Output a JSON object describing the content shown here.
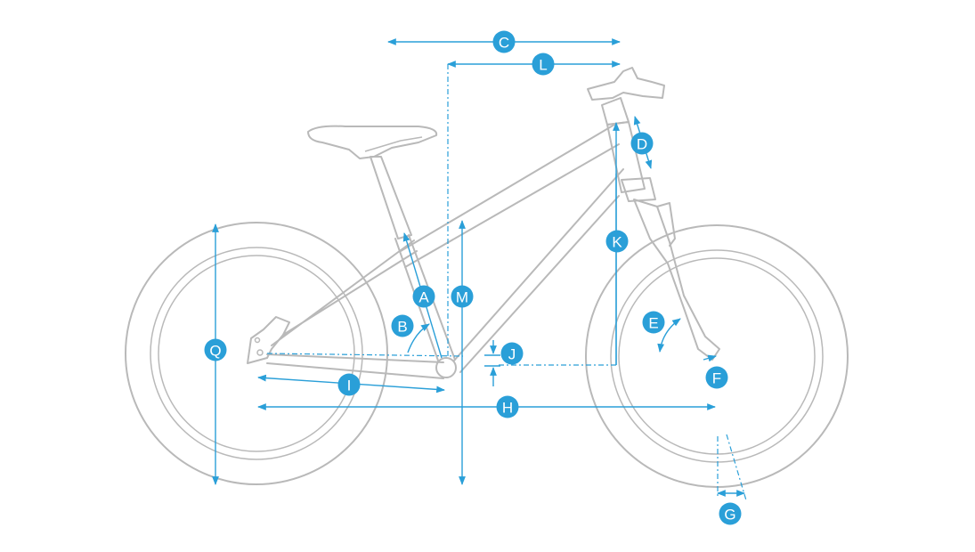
{
  "colors": {
    "dimension": "#2a9fd8",
    "frame": "#b9b9b9",
    "background": "#ffffff"
  },
  "labels": {
    "A": "A",
    "B": "B",
    "C": "C",
    "D": "D",
    "E": "E",
    "F": "F",
    "G": "G",
    "H": "H",
    "I": "I",
    "J": "J",
    "K": "K",
    "L": "L",
    "M": "M",
    "Q": "Q"
  }
}
